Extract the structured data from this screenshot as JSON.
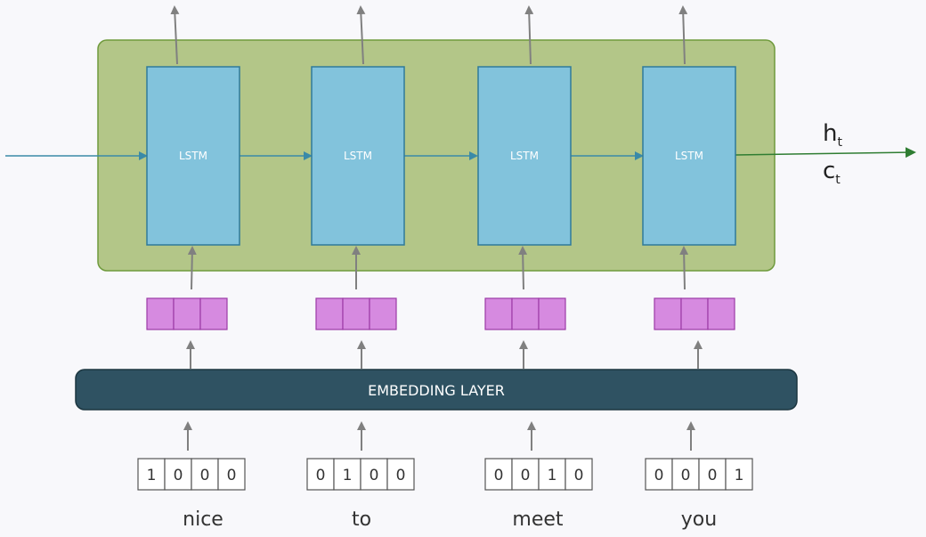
{
  "lstm_cells": [
    {
      "label": "LSTM"
    },
    {
      "label": "LSTM"
    },
    {
      "label": "LSTM"
    },
    {
      "label": "LSTM"
    }
  ],
  "embedding_layer": {
    "label": "EMBEDDING LAYER"
  },
  "tokens": [
    {
      "word": "nice",
      "one_hot": [
        "1",
        "0",
        "0",
        "0"
      ]
    },
    {
      "word": "to",
      "one_hot": [
        "0",
        "1",
        "0",
        "0"
      ]
    },
    {
      "word": "meet",
      "one_hot": [
        "0",
        "0",
        "1",
        "0"
      ]
    },
    {
      "word": "you",
      "one_hot": [
        "0",
        "0",
        "0",
        "1"
      ]
    }
  ],
  "output_state": {
    "hidden": {
      "symbol": "h",
      "subscript": "t"
    },
    "cell": {
      "symbol": "c",
      "subscript": "t"
    }
  },
  "colors": {
    "container_fill": "#b3c688",
    "container_stroke": "#6f9a3c",
    "lstm_fill": "#82c3dc",
    "lstm_stroke": "#2f7a9a",
    "embedding_fill": "#2f5262",
    "embedding_stroke": "#1c3640",
    "vector_fill": "#d68ae0",
    "vector_stroke": "#9c3aa6",
    "arrow_gray": "#808080",
    "arrow_blue": "#3a8aa8",
    "arrow_green": "#2f7d32"
  }
}
